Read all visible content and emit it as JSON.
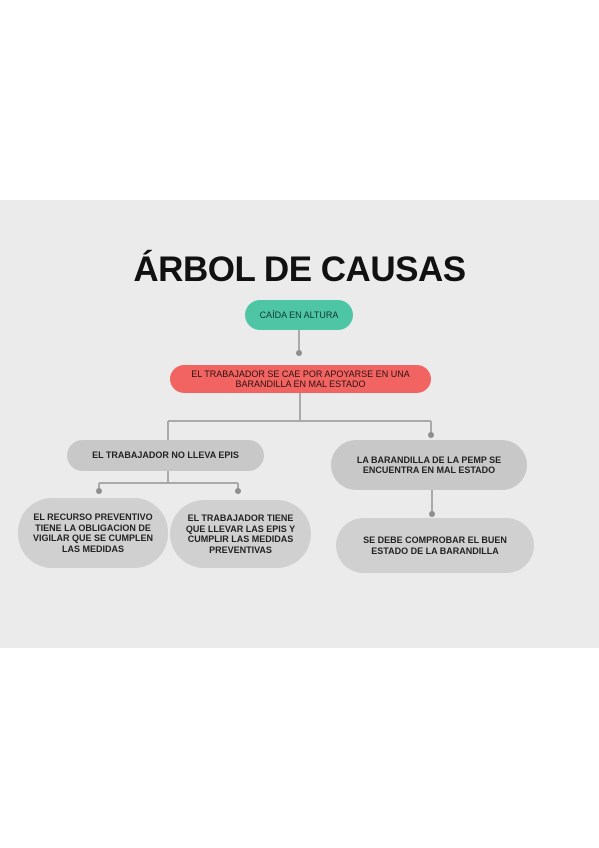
{
  "title": "ÁRBOL DE CAUSAS",
  "nodes": {
    "root": "CAÍDA EN ALTURA",
    "main": "EL TRABAJADOR SE CAE POR APOYARSE EN UNA BARANDILLA EN MAL ESTADO",
    "left": "EL TRABAJADOR NO LLEVA EPIS",
    "right": "LA BARANDILLA DE LA PEMP SE ENCUENTRA EN MAL ESTADO",
    "left_left": "EL RECURSO PREVENTIVO TIENE LA OBLIGACION DE VIGILAR QUE SE CUMPLEN LAS MEDIDAS",
    "left_right": "EL TRABAJADOR TIENE QUE LLEVAR LAS EPIS Y CUMPLIR LAS MEDIDAS PREVENTIVAS",
    "right_child": "SE DEBE COMPROBAR EL BUEN ESTADO DE LA BARANDILLA"
  },
  "colors": {
    "background_panel": "#ebebeb",
    "root_node": "#4ec5a5",
    "main_node": "#f26462",
    "grey_node": "#c8c8c8",
    "connector": "#aaaaaa"
  }
}
